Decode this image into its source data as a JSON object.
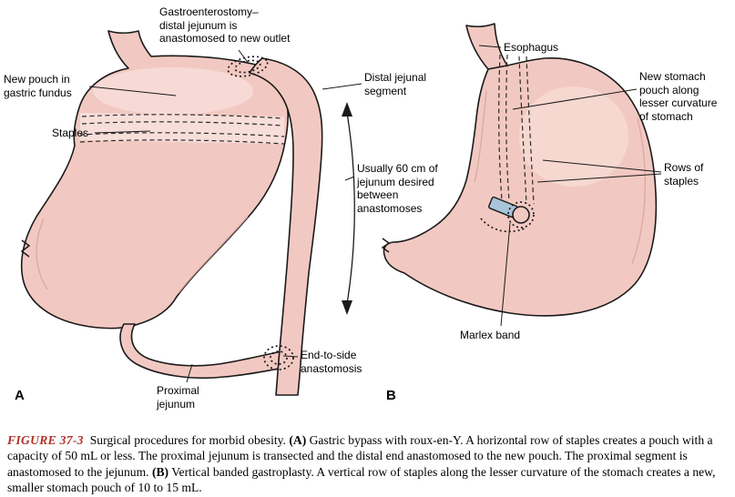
{
  "panel_a": {
    "letter": "A",
    "labels": {
      "gastroenterostomy": "Gastroenterostomy–\ndistal jejunum is\nanastomosed to new outlet",
      "new_pouch": "New pouch in\ngastric fundus",
      "staples": "Staples",
      "distal_jejunal_segment": "Distal jejunal\nsegment",
      "jejunum_length": "Usually 60 cm of\njejunum desired\nbetween\nanastomoses",
      "end_to_side": "End-to-side\nanastomosis",
      "proximal_jejunum": "Proximal\njejunum"
    }
  },
  "panel_b": {
    "letter": "B",
    "labels": {
      "esophagus": "Esophagus",
      "new_stomach_pouch": "New stomach\npouch along\nlesser curvature\nof stomach",
      "rows_of_staples": "Rows of\nstaples",
      "marlex_band": "Marlex band"
    }
  },
  "caption": {
    "figure_label": "FIGURE 37-3",
    "segment_1": "Surgical procedures for morbid obesity. ",
    "label_a": "(A)",
    "segment_2": " Gastric bypass with roux-en-Y. A horizontal row of staples creates a pouch with a capacity of 50 mL or less. The proximal jejunum is transected and the distal end anastomosed to the new pouch. The proximal segment is anastomosed to the jejunum. ",
    "label_b": "(B)",
    "segment_3": " Vertical banded gastroplasty. A vertical row of staples along the lesser curvature of the stomach creates a new, smaller stomach pouch of 10 to 15 mL."
  },
  "colors": {
    "stomach_fill": "#f2c9c2",
    "figure_label_red": "#b03028",
    "marlex_band_blue": "#a9c3d9"
  }
}
